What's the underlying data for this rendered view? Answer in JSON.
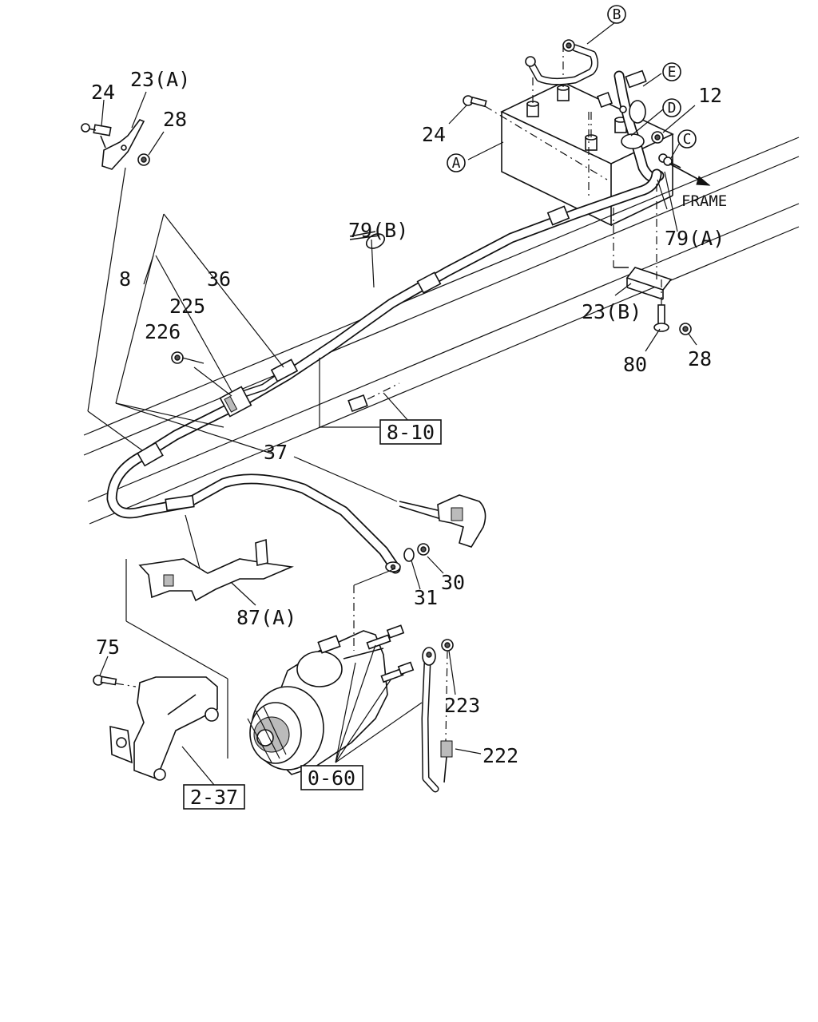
{
  "callouts": {
    "p24_top": "24",
    "p23a": "23(A)",
    "p28_top": "28",
    "p24_mid": "24",
    "p12": "12",
    "p79b": "79(B)",
    "p79a": "79(A)",
    "p36": "36",
    "p8": "8",
    "p225": "225",
    "p226": "226",
    "p23b": "23(B)",
    "p80": "80",
    "p28_bot": "28",
    "p37": "37",
    "p30": "30",
    "p31": "31",
    "p87a": "87(A)",
    "p75": "75",
    "p223": "223",
    "p222": "222"
  },
  "reference_boxes": {
    "ref_8_10": "8-10",
    "ref_0_60": "0-60",
    "ref_2_37": "2-37"
  },
  "circle_markers": {
    "a": "A",
    "b": "B",
    "c": "C",
    "d": "D",
    "e": "E"
  },
  "direction": {
    "frame": "FRAME"
  }
}
